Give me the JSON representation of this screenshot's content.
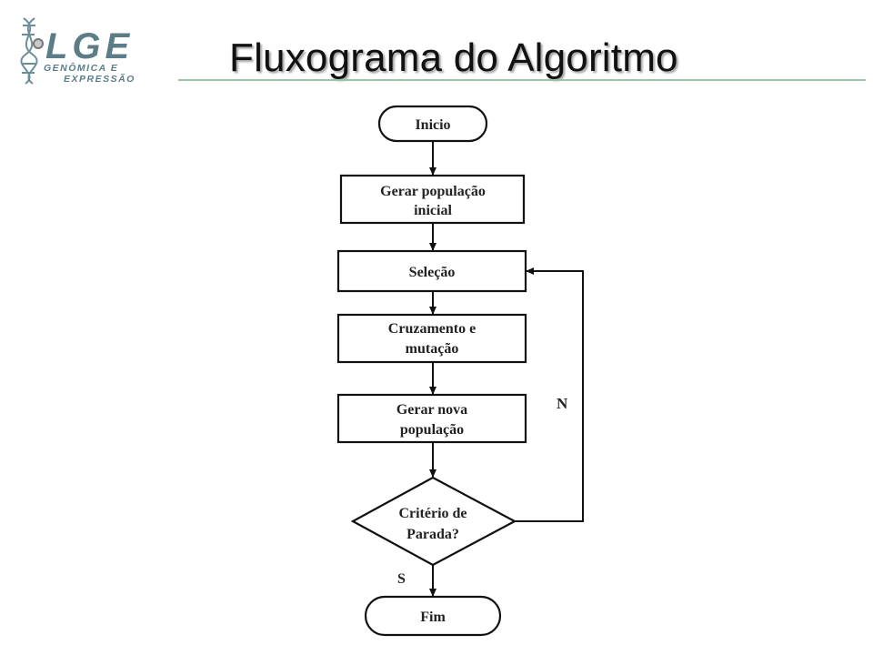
{
  "header": {
    "title": "Fluxograma do Algoritmo",
    "logo": {
      "mark": "LGE",
      "line1": "GENÔMICA E",
      "line2": "EXPRESSÃO",
      "icon": "dna-helix-icon",
      "color": "#5c7d88"
    }
  },
  "flowchart": {
    "start": "Inicio",
    "steps": {
      "init_line1": "Gerar população",
      "init_line2": "inicial",
      "selection": "Seleção",
      "cross_line1": "Cruzamento e",
      "cross_line2": "mutação",
      "newpop_line1": "Gerar nova",
      "newpop_line2": "população"
    },
    "decision_line1": "Critério de",
    "decision_line2": "Parada?",
    "no_label": "N",
    "yes_label": "S",
    "end": "Fim"
  }
}
